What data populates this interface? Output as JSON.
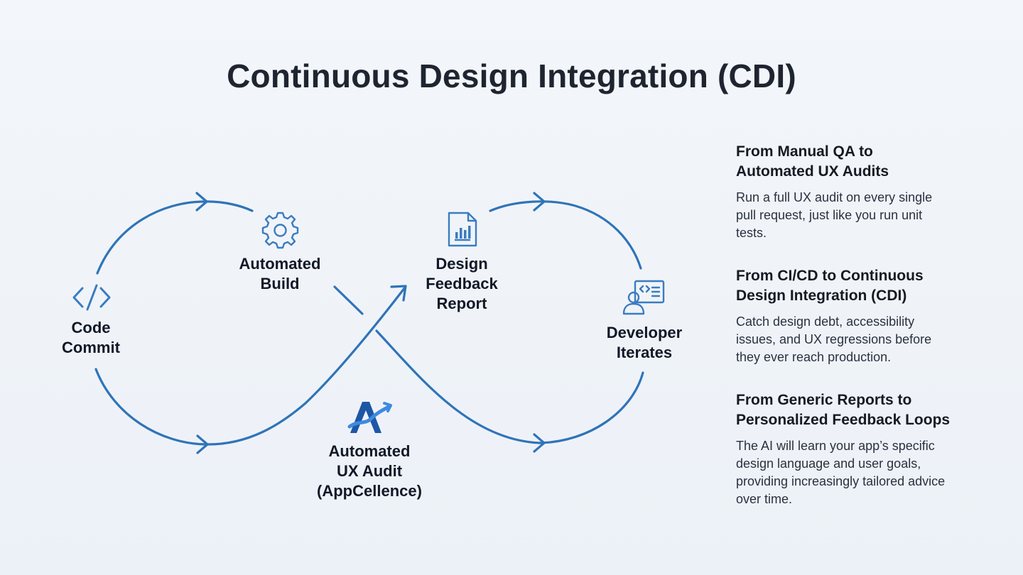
{
  "title": "Continuous Design Integration (CDI)",
  "nodes": {
    "code_commit": {
      "lines": [
        "Code",
        "Commit"
      ]
    },
    "automated_build": {
      "lines": [
        "Automated",
        "Build"
      ]
    },
    "design_feedback": {
      "lines": [
        "Design",
        "Feedback",
        "Report"
      ]
    },
    "developer_iterates": {
      "lines": [
        "Developer",
        "Iterates"
      ]
    },
    "ux_audit": {
      "lines": [
        "Automated",
        "UX Audit",
        "(AppCellence)"
      ]
    }
  },
  "icons": {
    "code_commit": "code-brackets-icon",
    "automated_build": "gear-icon",
    "design_feedback": "report-chart-icon",
    "developer_iterates": "developer-monitor-icon",
    "ux_audit": "appcellence-logo-icon"
  },
  "colors": {
    "loop": "#2f74b8",
    "icon": "#3a7cc0",
    "logo_dark": "#1e56a6",
    "logo_light": "#3d8ae0"
  },
  "sections": [
    {
      "heading": [
        "From Manual QA to",
        "Automated UX Audits"
      ],
      "body": [
        "Run a full UX audit on every single",
        "pull request, just like you run unit",
        "tests."
      ]
    },
    {
      "heading": [
        "From CI/CD to Continuous",
        "Design Integration (CDI)"
      ],
      "body": [
        "Catch design debt, accessibility",
        "issues, and UX regressions before",
        "they ever reach production."
      ]
    },
    {
      "heading": [
        "From Generic Reports to",
        "Personalized Feedback Loops"
      ],
      "body": [
        "The AI will learn your app’s specific",
        "design language and user goals,",
        "providing increasingly tailored advice",
        "over time."
      ]
    }
  ]
}
